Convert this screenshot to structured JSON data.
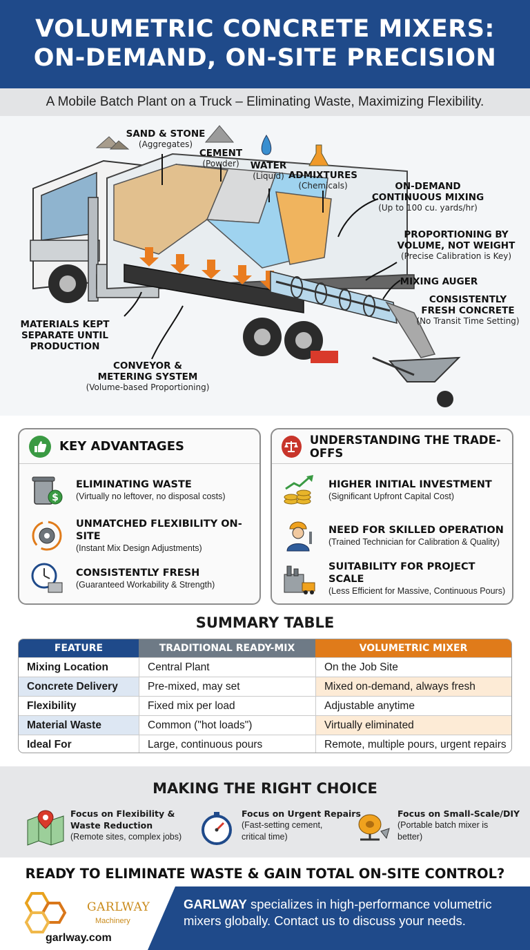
{
  "header": {
    "title_line1": "VOLUMETRIC CONCRETE MIXERS:",
    "title_line2": "ON-DEMAND, ON-SITE PRECISION",
    "subtitle": "A Mobile Batch Plant on a Truck – Eliminating Waste, Maximizing Flexibility."
  },
  "diagram": {
    "sand": {
      "title": "SAND & STONE",
      "sub": "(Aggregates)"
    },
    "cement": {
      "title": "CEMENT",
      "sub": "(Powder)"
    },
    "water": {
      "title": "WATER",
      "sub": "(Liquid)"
    },
    "admixtures": {
      "title": "ADMIXTURES",
      "sub": "(Chemicals)"
    },
    "continuous": {
      "title1": "ON-DEMAND",
      "title2": "CONTINUOUS MIXING",
      "sub": "(Up to 100 cu. yards/hr)"
    },
    "proportioning": {
      "title1": "PROPORTIONING BY",
      "title2": "VOLUME, NOT WEIGHT",
      "sub": "(Precise Calibration is Key)"
    },
    "auger": {
      "title": "MIXING AUGER"
    },
    "fresh": {
      "title1": "CONSISTENTLY",
      "title2": "FRESH CONCRETE",
      "sub": "(No Transit Time Setting)"
    },
    "separate": {
      "title1": "MATERIALS KEPT",
      "title2": "SEPARATE UNTIL",
      "title3": "PRODUCTION"
    },
    "conveyor": {
      "title1": "CONVEYOR &",
      "title2": "METERING SYSTEM",
      "sub": "(Volume-based Proportioning)"
    }
  },
  "advantages": {
    "title": "KEY ADVANTAGES",
    "items": [
      {
        "title": "ELIMINATING WASTE",
        "sub": "(Virtually no leftover, no disposal costs)",
        "icon": "trash-dollar-icon"
      },
      {
        "title": "UNMATCHED FLEXIBILITY ON-SITE",
        "sub": "(Instant Mix Design Adjustments)",
        "icon": "gear-cycle-icon"
      },
      {
        "title": "CONSISTENTLY FRESH",
        "sub": "(Guaranteed Workability & Strength)",
        "icon": "clock-icon"
      }
    ]
  },
  "tradeoffs": {
    "title": "UNDERSTANDING THE TRADE-OFFS",
    "items": [
      {
        "title": "HIGHER INITIAL INVESTMENT",
        "sub": "(Significant Upfront Capital Cost)",
        "icon": "coins-chart-icon"
      },
      {
        "title": "NEED FOR SKILLED OPERATION",
        "sub": "(Trained Technician for Calibration & Quality)",
        "icon": "worker-icon"
      },
      {
        "title": "SUITABILITY FOR PROJECT SCALE",
        "sub": "(Less Efficient for Massive, Continuous Pours)",
        "icon": "factory-icon"
      }
    ]
  },
  "summary": {
    "title": "SUMMARY TABLE",
    "headers": [
      "FEATURE",
      "TRADITIONAL READY-MIX",
      "VOLUMETRIC MIXER"
    ],
    "rows": [
      [
        "Mixing Location",
        "Central Plant",
        "On the Job Site"
      ],
      [
        "Concrete Delivery",
        "Pre-mixed, may set",
        "Mixed on-demand, always fresh"
      ],
      [
        "Flexibility",
        "Fixed mix per load",
        "Adjustable anytime"
      ],
      [
        "Material Waste",
        "Common (\"hot loads\")",
        "Virtually eliminated"
      ],
      [
        "Ideal For",
        "Large, continuous pours",
        "Remote, multiple pours, urgent repairs"
      ]
    ]
  },
  "choice": {
    "title": "MAKING THE RIGHT CHOICE",
    "items": [
      {
        "title1": "Focus on Flexibility &",
        "title2": "Waste Reduction",
        "sub": "(Remote sites, complex jobs)",
        "icon": "map-pin-icon"
      },
      {
        "title1": "Focus on Urgent Repairs",
        "sub1": "(Fast-setting cement,",
        "sub2": "critical time)",
        "icon": "stopwatch-icon"
      },
      {
        "title1": "Focus on Small-Scale/DIY",
        "sub1": "(Portable batch mixer is",
        "sub2": "better)",
        "icon": "small-mixer-icon"
      }
    ]
  },
  "cta": "READY TO ELIMINATE WASTE & GAIN TOTAL ON-SITE CONTROL?",
  "footer": {
    "brand": "GARLWAY",
    "brand_sub": "Machinery",
    "site": "garlway.com",
    "text_brand": "GARLWAY",
    "text_rest": " specializes in high-performance volumetric mixers globally. Contact us to discuss your needs."
  }
}
